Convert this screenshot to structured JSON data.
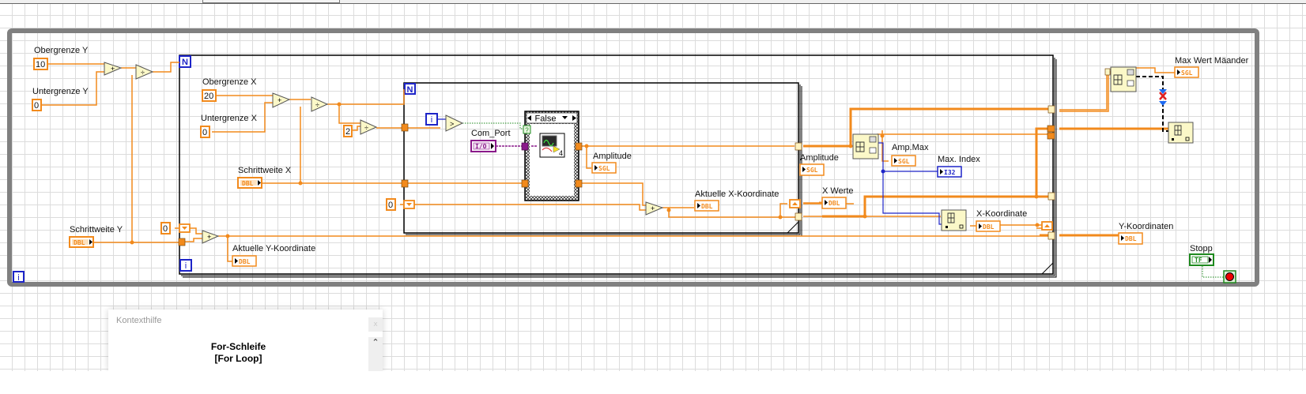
{
  "app": "LabVIEW Block Diagram",
  "structures": {
    "while_loop": {
      "name": "While Loop",
      "iteration_terminal": "i"
    },
    "outer_for_loop": {
      "count_terminal": "N",
      "iteration_terminal": "i"
    },
    "inner_for_loop": {
      "count_terminal": "N",
      "iteration_terminal": "i"
    },
    "case_structure": {
      "selector_value": "False",
      "selector_terminal": "?"
    }
  },
  "labels": {
    "obergrenze_y": "Obergrenze Y",
    "untergrenze_y": "Untergrenze Y",
    "schrittweite_y": "Schrittweite Y",
    "obergrenze_x": "Obergrenze X",
    "untergrenze_x": "Untergrenze X",
    "schrittweite_x": "Schrittweite X",
    "com_port": "Com_Port",
    "amplitude_inner": "Amplitude",
    "aktuelle_x": "Aktuelle X-Koordinate",
    "aktuelle_y": "Aktuelle Y-Koordinate",
    "amplitude_outer": "Amplitude",
    "x_werte": "X Werte",
    "amp_max": "Amp.Max",
    "max_index": "Max. Index",
    "x_koordinate": "X-Koordinate",
    "y_koordinaten": "Y-Koordinaten",
    "max_wert_maeander": "Max Wert Mäander",
    "stopp": "Stopp"
  },
  "constants": {
    "obergrenze_y": "10",
    "untergrenze_y": "0",
    "obergrenze_x": "20",
    "untergrenze_x": "0",
    "divisor_two": "2",
    "shift_init_x": "0",
    "shift_init_y": "0",
    "subvi_index": "4"
  },
  "types": {
    "dbl": "DBL",
    "sgl": "SGL",
    "i32": "I32",
    "io": "I/O",
    "tf": "TF"
  },
  "operators": {
    "add": "+",
    "divide": "÷",
    "greater": ">"
  },
  "context_help": {
    "title": "Kontexthilfe",
    "close": "x",
    "heading": "For-Schleife",
    "subheading": "[For Loop]"
  },
  "colors": {
    "dbl_wire": "#f28a1c",
    "i32_wire": "#1d24c8",
    "bool_wire": "#1e8a1e",
    "io_wire": "#8a1a8a",
    "structure_gray": "#808080",
    "node_fill": "#fbf8c8"
  }
}
